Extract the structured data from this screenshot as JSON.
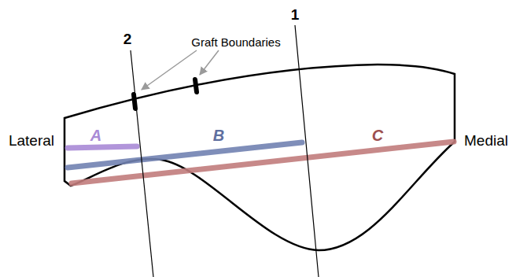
{
  "diagram": {
    "labels": [
      "2",
      "Graft Boundaries",
      "1",
      "Lateral",
      "A",
      "B",
      "C",
      "Medial"
    ]
  }
}
